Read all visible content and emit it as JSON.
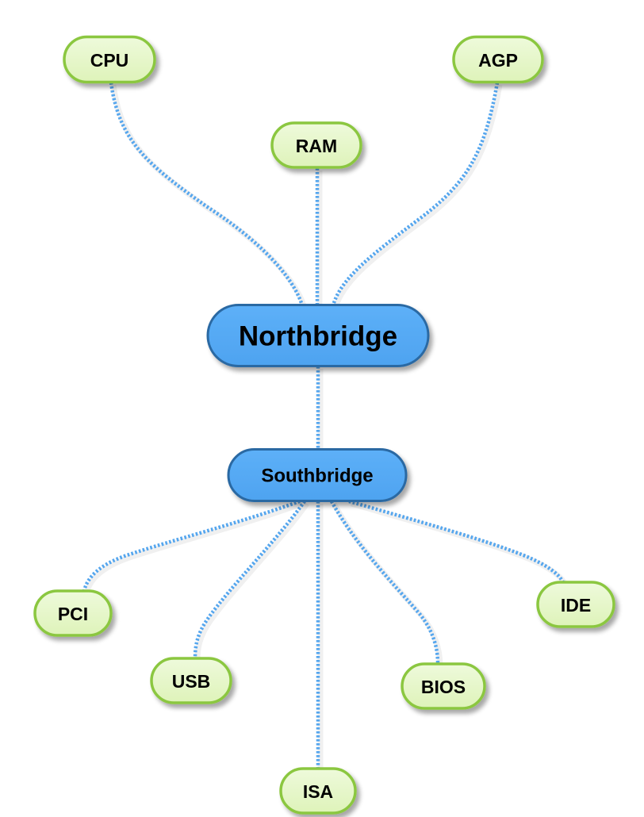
{
  "title": "Chipset block diagram",
  "styles": {
    "leaf_fill": "#e4f6c6",
    "leaf_border": "#8bc741",
    "hub_fill": "#55aaf5",
    "hub_border": "#2b69a3",
    "edge_color": "#55a6ee",
    "background": "#ffffff"
  },
  "nodes": [
    {
      "id": "northbridge",
      "label": "Northbridge",
      "kind": "hub"
    },
    {
      "id": "southbridge",
      "label": "Southbridge",
      "kind": "hub"
    },
    {
      "id": "cpu",
      "label": "CPU",
      "kind": "leaf"
    },
    {
      "id": "ram",
      "label": "RAM",
      "kind": "leaf"
    },
    {
      "id": "agp",
      "label": "AGP",
      "kind": "leaf"
    },
    {
      "id": "pci",
      "label": "PCI",
      "kind": "leaf"
    },
    {
      "id": "usb",
      "label": "USB",
      "kind": "leaf"
    },
    {
      "id": "isa",
      "label": "ISA",
      "kind": "leaf"
    },
    {
      "id": "bios",
      "label": "BIOS",
      "kind": "leaf"
    },
    {
      "id": "ide",
      "label": "IDE",
      "kind": "leaf"
    }
  ],
  "edges": [
    {
      "from": "cpu",
      "to": "northbridge"
    },
    {
      "from": "ram",
      "to": "northbridge"
    },
    {
      "from": "agp",
      "to": "northbridge"
    },
    {
      "from": "northbridge",
      "to": "southbridge"
    },
    {
      "from": "southbridge",
      "to": "pci"
    },
    {
      "from": "southbridge",
      "to": "usb"
    },
    {
      "from": "southbridge",
      "to": "isa"
    },
    {
      "from": "southbridge",
      "to": "bios"
    },
    {
      "from": "southbridge",
      "to": "ide"
    }
  ]
}
